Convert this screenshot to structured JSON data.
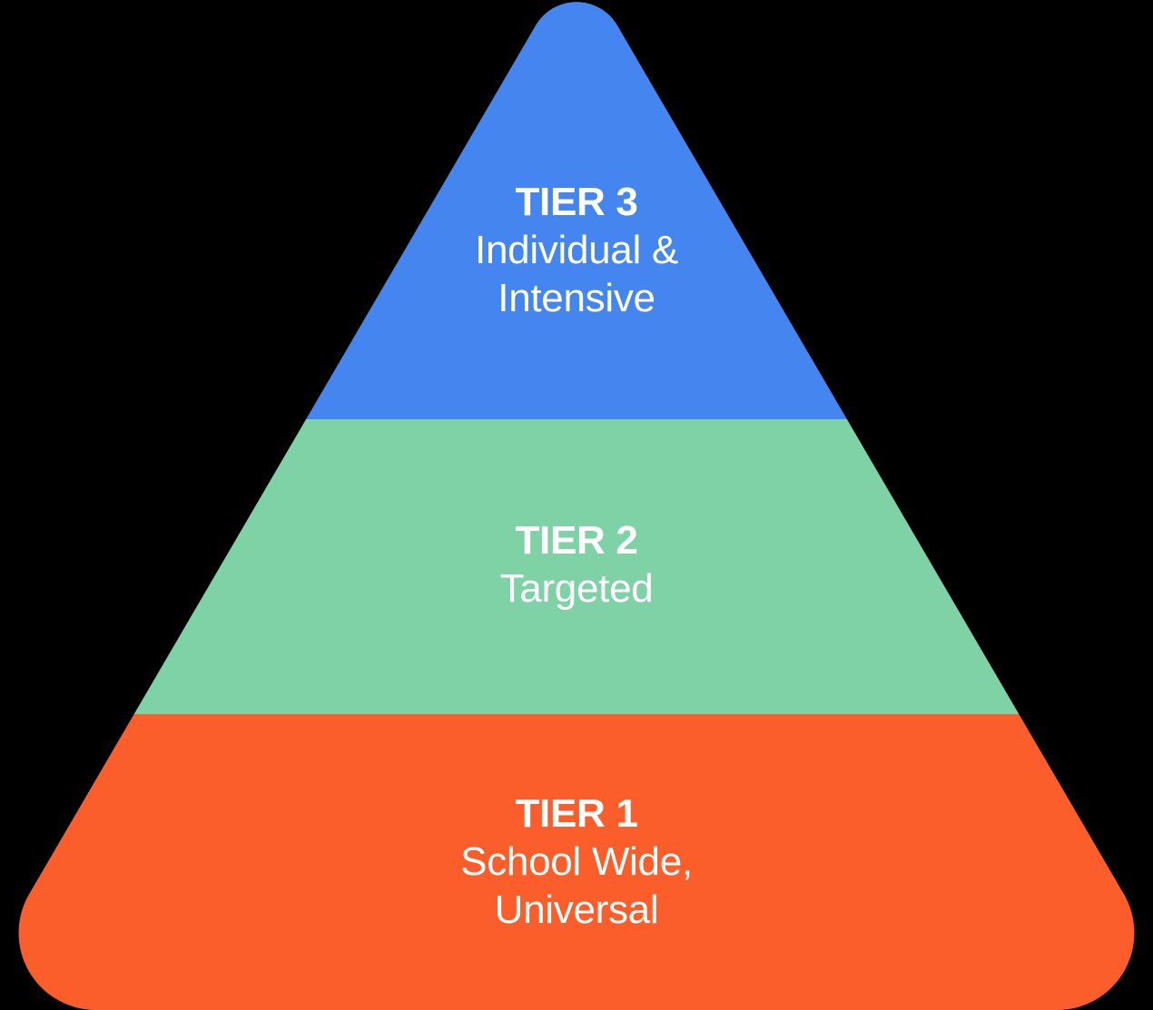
{
  "pyramid": {
    "background_color": "#000000",
    "text_color": "#ffffff",
    "tiers": [
      {
        "heading": "TIER 3",
        "description": "Individual & Intensive",
        "lines": [
          "Individual &",
          "Intensive"
        ],
        "color": "#4485ef"
      },
      {
        "heading": "TIER 2",
        "description": "Targeted",
        "lines": [
          "Targeted"
        ],
        "color": "#7ed2a6"
      },
      {
        "heading": "TIER 1",
        "description": "School Wide, Universal",
        "lines": [
          "School Wide,",
          "Universal"
        ],
        "color": "#fc5e2b"
      }
    ]
  }
}
